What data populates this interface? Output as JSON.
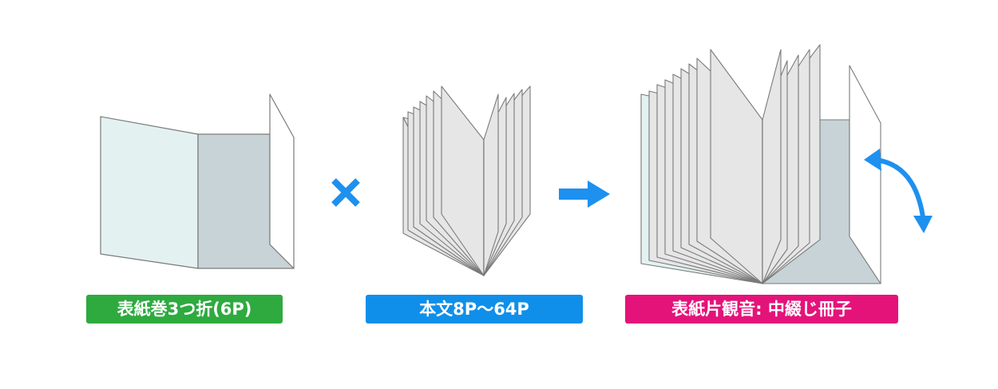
{
  "labels": {
    "cover": "表紙巻3つ折(6P)",
    "body": "本文8P〜64P",
    "result": "表紙片観音: 中綴じ冊子"
  },
  "icons": {
    "multiply": "multiply-icon",
    "arrow": "arrow-right-icon",
    "rotate": "curved-arrow-icon"
  },
  "colors": {
    "cover_label": "#2eaa3f",
    "body_label": "#0f8fe9",
    "result_label": "#e4137a",
    "accent": "#1e90f0",
    "page_outline": "#7a7a7a",
    "cover_light": "#e3f1f1",
    "cover_dark": "#c7d3d7",
    "page_fill": "#e6e6e6"
  }
}
